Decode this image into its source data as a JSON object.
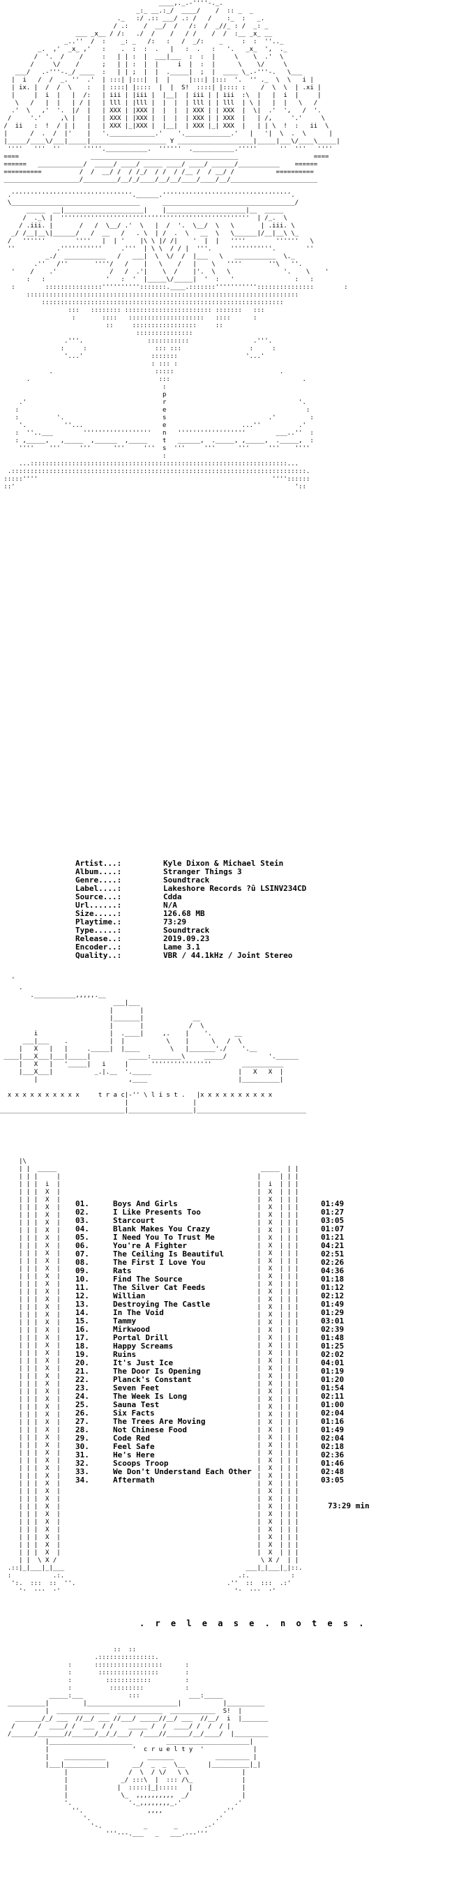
{
  "art": {
    "top": "                                          ____,._.-''''-._.\n                                    _:_ __.:_/  ____/    /  :: _  _\n                               ._   :/ .:: ___/ .: /   /    :_  :   _.\n                              / .:    /  __/  /   /:  /  _//_ : /  _: _\n                    ___ _x__ / /:   ./  /    /   / /    /  /  :__ _x_ __\n                 _..''  /  :    _: _   /:   :   /  _/:    _     :  :  ''.._\n          _.  ,'  _x_ ,'   :    .  :  :  .   |   :  .   :   '.   _x_  ',  ._\n         /  '.  /    /     :   | | :  |  ___|___  :  :  |     \\    \\  .'  \\\n        /     \\/    /      ;   | | :  |  |     i  |  :  |      \\    \\/     \\\n    ___/   .-'''-._/ ____  :   | | ;  |  |  ._____|  ;  |  ____ \\_.-'''-.   \\___\n   |  i   /  /  _. ''  .'  | :::| |:::|  |  |     |:::| |:::  '.  '' ._  \\  \\   i |\n   | ix. |  /  /  \\    :   | ::::| |::::  |  |  S!  ::::| |:::: :    /  \\  \\  | .xi |\n   |     |  i  |   |  /:   | iii | |iii |  |__|  | iii | | iii  :\\  |   |  i  |     |\n    \\   /   |  |   | / |   | lll | |lll |  |  |  | lll | | lll  | \\ |   |  |   \\   /\n   .'  \\   ,'  '.  |/  |   | XXX | |XXX |  |  |  | XXX | | XXX  |  \\|  .'  ',   /  '.\n  /     '.'     ,\\ |   |   | XXX | |XXX |  |  |  | XXX | | XXX  |   | /,     '.'     \\\n /  ii   :  !  / | |   |   | XXX |_|XXX |  |__|  | XXX |_| XXX  |   | | \\  !  :   ii  \\\n |      /  .  /  |'    |   '.____________.'    '.____________.'   |   '|  \\  .  \\      |\n |_____/____\\/___|_____|____________________ Y ____________________|_____|___\\/____\\_____|\n  ''''   '''  ''      '''''.___________.  ''''''  .___________.'''''      ''  '''   ''''\n ====                   _______________________________________                    ====\n ======   ____________/  _____/ ____/ _____ ____/ ____/ ______/___________    ======\n ==========          /  /  __/ /  / /_/  / /  / /__ /  / __/ /           ==========\n ____________________/_________/__/_/____/__/__/____/____/__/_______________________\n                                                                                  \n  .''''''''''''''''''''''''''''''''.______.''''''''''''''''''''''''''''''''''.\n  \\__________________________________      ___________________________________/\n       _____  __|_____________________|    |_____________________|__  _____\n      /  ._\\ |  ''''''''''''''''''''''''''''''''''''''''''''''''''  | /_.  \\\n     / .iii. |       /   /  \\__/ .'  \\   |  /  '.  \\__/  \\   \\       | .iii. \\\n   _/ /__|__\\|______/   /  __   /   . \\  | /  .  \\   __  \\   \\______|/__|__\\ \\_\n  /   ''''''        ''''   |  | '    |\\ \\ |/ /|    '  |  |   ''''        ''''''   \\\n  ''           .'''''''''''     .'''  | \\ \\  / / |  '''.     '''''''''''.        ''\n            _./  ___________   /   ___|  \\  \\/  /  |___   \\   ___________  \\._\n         .''   /''       ''''/   /    |   \\    /   |    \\   ''''       ''\\   ''.\n   '    /    .'              /   /  .'|    \\  /    |'.  \\   \\              '.    \\    '\n       :   :                '   :  '  |_____\\/_____|  '  :   '                :   :\n   :        :::::::::::::::'''''''''':::::::.____.:::::::''''''''''':::::::::::::::        :\n       ::::::::::::::::::::::::::::::::::::::::::::::::::::::::::::::::::::::::\n           ::::::::::::::::::::::::::::::::::::::::::::::::::::::::::::::::\n                  :::   :::::::: ::::::::::::::::::::::: :::::::   :::\n                   :       ::::   ::::::::::::::::::::   ::::      :\n                            ::     :::::::::::::::::     ::\n                                    :::::::::::::::\n                 .'''.                 :::::::::::                 .'''.\n                :     :                  ::: :::                  :     :\n                 '...'                  :::::::                  '...'\n                                        : ::: :\n             .                           :::::                            .\n       .                                  :::                                   .\n                                           :\n                                           p\n     .'                                    r                                   '.\n    :                                      e                                     :\n    :          '.                          s                           .'         :\n     '.          ''...                     e                    ...''          .'\n    :  ''..___        ''''''''''''''''''   n   ''''''''''''''''''        ___..''  :\n    : ,_____,   ,_____  ,______  ,_____    t   ______,  ._____, ,_____,  ._____,  :\n     ''''    '''     '''      '''     '''  s  '''     '''      '''     '''    ''''\n                                           :\n     ...::::::::::::::::::::::::::::::::::::::::::::::::::::::::::::::::::::...\n  .::::::::::::::::::::::::::::::::::::::::::::::::::::::::::::::::::::::::::::::.\n :::::''''                                                              ''''::::::\n ::'                                                                          '::\n",
    "mid": "   '\n     .\n        .___________,,,,,.__\n                              ___|___\n                             |       |\n                             |_______|             __\n                             |       |            /  \\\n         i                   |  .____|     ,.    |    '.      __\n      ___|___    .           |  |           \\    |      \\   /  \\\n     |   X   |   |     ._____|  |____        \\   |_______'./    '.__\n ____|___X___|___|_____|          _____:________\\     _____/           '.______\n     |   X   |   '_____|   i     |      ''''''''''''''''        ___________\n     |___X___|           _.|.__  '._____                       |   X   X  |\n         |                        ,____                        |__________|\n\n  x x x x x x x x x x     t r a c|-'' \\ l i s t .   |x x x x x x x x x x\n                                 |                 |\n_________________________________|_________________|_____________________________\n",
    "side": "     |\\               \n     | |  _____                                                      _____  | |\n     | | |     |                                                    |     | | |\n     | | |  i  |                                                    |  i  | | |\n     | | |  X  |                                                    |  X  | | |\n     | | |  X  |                                                    |  X  | | |\n     | | |  X  |                                                    |  X  | | |\n     | | |  X  |                                                    |  X  | | |\n     | | |  X  |                                                    |  X  | | |\n     | | |  X  |                                                    |  X  | | |\n     | | |  X  |                                                    |  X  | | |\n     | | |  X  |                                                    |  X  | | |\n     | | |  X  |                                                    |  X  | | |\n     | | |  X  |                                                    |  X  | | |\n     | | |  X  |                                                    |  X  | | |\n     | | |  X  |                                                    |  X  | | |\n     | | |  X  |                                                    |  X  | | |\n     | | |  X  |                                                    |  X  | | |\n     | | |  X  |                                                    |  X  | | |\n     | | |  X  |                                                    |  X  | | |\n     | | |  X  |                                                    |  X  | | |\n     | | |  X  |                                                    |  X  | | |\n     | | |  X  |                                                    |  X  | | |\n     | | |  X  |                                                    |  X  | | |\n     | | |  X  |                                                    |  X  | | |\n     | | |  X  |                                                    |  X  | | |\n     | | |  X  |                                                    |  X  | | |\n     | | |  X  |                                                    |  X  | | |\n     | | |  X  |                                                    |  X  | | |\n     | | |  X  |                                                    |  X  | | |\n     | | |  X  |                                                    |  X  | | |\n     | | |  X  |                                                    |  X  | | |\n     | | |  X  |                                                    |  X  | | |\n     | | |  X  |                                                    |  X  | | |\n     | | |  X  |                                                    |  X  | | |\n     | | |  X  |                                                    |  X  | | |\n     | | |  X  |                                                    |  X  | | |\n     | | |  X  |                                                    |  X  | | |\n     | | |  X  |                                                    |  X  | | |\n     | | |  X  |                                                    |  X  | | |\n     | | |  X  |                                                    |  X  | | |\n     | | |  X  |                                                    |  X  | | |\n     | | |  X  |                                                    |  X  | | |\n     | | |  X  |                                                    |  X  | | |\n     | | |  X  |                                                    |  X  | | |\n     | | |  X  |                                                    |  X  | | |\n     | | |  X  |                                                    |  X  | | |\n     | | |  X  |                                                    |  X  | | |\n     | | |  X  |                                                    |  X  | | |\n     | | |  X  |                                                    |  X  | | |\n     | | |  X  |                                                    |  X  | | |\n     | | |  X  |                                                    |  X  | | |\n     | |  \\ X /                                                      \\ X /  | |\n  .::|_|___|_|___                                                ___|_|___|_|::.\n  :           .:.                                              .:.           :\n   ':.  :::  ::  ''.                                        .''  ::  :::  .:'\n     ':..:::..:'                                              ':..:::..:'\n",
    "bottom": "                              ::  ::\n                         .:::::::::::::::.\n                  :      ::::::::::::::::::      :\n                  :       ::::::::::::::::       :\n                  :         ::::::::::::         :\n                  :          :::::::::           :\n             _____:___            :::             ___:_____\n  __________|         |________________________|           |__________\n            |  ______________  ____________  ____________  S!  |\n    _______/_/ ___  //__/ ___ //___/ _____//__/ ___  //__/  i  |_______\n   /      /  ____/ /  ___  / /    _____ /  /  ____/ /  /  / |\n  /______/_______//______/__/_/___/  /____//______/__/____/  |_________\n            |______________________         ______________________|\n            |                      '  c r u e l t y  '             |\n            |    ___________           _______           _________ |\n            |___|___________|      __/  _  _  \\__      |__________|_|\n                 |                /  \\  / \\/   \\ \\              |\n                 |              _/ :::\\  |  ::: /\\_             |\n                 |             |  :::::|_|:::::   |             |\n                 |              \\_  ,,,,,,,,,,  _/              |\n                 '.               '._,,,,,,,,_.'              .'\n                   ''.                 ,,,,                .''\n                      '.                                 .'\n                        '-.           _       _       .-'\n                            '''---.___   _   ___.---'''\n"
  },
  "info": [
    {
      "label": "Artist...:",
      "value": "Kyle Dixon & Michael Stein"
    },
    {
      "label": "Album....:",
      "value": "Stranger Things 3"
    },
    {
      "label": "Genre....:",
      "value": "Soundtrack"
    },
    {
      "label": "Label....:",
      "value": "Lakeshore Records ?û LSINV234CD"
    },
    {
      "label": "Source...:",
      "value": "Cdda"
    },
    {
      "label": "Url......:",
      "value": "N/A"
    },
    {
      "label": "Size.....:",
      "value": "126.68 MB"
    },
    {
      "label": "Playtime.:",
      "value": "73:29"
    },
    {
      "label": "Type.....:",
      "value": "Soundtrack"
    },
    {
      "label": "Release..:",
      "value": "2019.09.23"
    },
    {
      "label": "Encoder..:",
      "value": "Lame 3.1"
    },
    {
      "label": "Quality..:",
      "value": "VBR / 44.1kHz / Joint Stereo"
    }
  ],
  "tracklist_title": "t r a c k l i s t .",
  "tracks": [
    {
      "num": "01.",
      "title": "Boys And Girls",
      "time": "01:49"
    },
    {
      "num": "02.",
      "title": "I Like Presents Too",
      "time": "01:27"
    },
    {
      "num": "03.",
      "title": "Starcourt",
      "time": "03:05"
    },
    {
      "num": "04.",
      "title": "Blank Makes You Crazy",
      "time": "01:07"
    },
    {
      "num": "05.",
      "title": "I Need You To Trust Me",
      "time": "01:21"
    },
    {
      "num": "06.",
      "title": "You're A Fighter",
      "time": "04:21"
    },
    {
      "num": "07.",
      "title": "The Ceiling Is Beautiful",
      "time": "02:51"
    },
    {
      "num": "08.",
      "title": "The First I Love You",
      "time": "02:26"
    },
    {
      "num": "09.",
      "title": "Rats",
      "time": "04:36"
    },
    {
      "num": "10.",
      "title": "Find The Source",
      "time": "01:18"
    },
    {
      "num": "11.",
      "title": "The Silver Cat Feeds",
      "time": "01:12"
    },
    {
      "num": "12.",
      "title": "Willian",
      "time": "02:12"
    },
    {
      "num": "13.",
      "title": "Destroying The Castle",
      "time": "01:49"
    },
    {
      "num": "14.",
      "title": "In The Void",
      "time": "01:29"
    },
    {
      "num": "15.",
      "title": "Tammy",
      "time": "03:01"
    },
    {
      "num": "16.",
      "title": "Mirkwood",
      "time": "02:39"
    },
    {
      "num": "17.",
      "title": "Portal Drill",
      "time": "01:48"
    },
    {
      "num": "18.",
      "title": "Happy Screams",
      "time": "01:25"
    },
    {
      "num": "19.",
      "title": "Ruins",
      "time": "02:02"
    },
    {
      "num": "20.",
      "title": "It's Just Ice",
      "time": "04:01"
    },
    {
      "num": "21.",
      "title": "The Door Is Opening",
      "time": "01:19"
    },
    {
      "num": "22.",
      "title": "Planck's Constant",
      "time": "01:20"
    },
    {
      "num": "23.",
      "title": "Seven Feet",
      "time": "01:54"
    },
    {
      "num": "24.",
      "title": "The Week Is Long",
      "time": "02:11"
    },
    {
      "num": "25.",
      "title": "Sauna Test",
      "time": "01:00"
    },
    {
      "num": "26.",
      "title": "Six Facts",
      "time": "02:04"
    },
    {
      "num": "27.",
      "title": "The Trees Are Moving",
      "time": "01:16"
    },
    {
      "num": "28.",
      "title": "Not Chinese Food",
      "time": "01:49"
    },
    {
      "num": "29.",
      "title": "Code Red",
      "time": "02:04"
    },
    {
      "num": "30.",
      "title": "Feel Safe",
      "time": "02:18"
    },
    {
      "num": "31.",
      "title": "He's Here",
      "time": "02:36"
    },
    {
      "num": "32.",
      "title": "Scoops Troop",
      "time": "01:46"
    },
    {
      "num": "33.",
      "title": "We Don't Understand Each Other",
      "time": "02:48"
    },
    {
      "num": "34.",
      "title": "Aftermath",
      "time": "03:05"
    }
  ],
  "total_time": "73:29 min",
  "release_notes": ". r e l e a s e . n o t e s .",
  "group_name": "c r u e l t y"
}
